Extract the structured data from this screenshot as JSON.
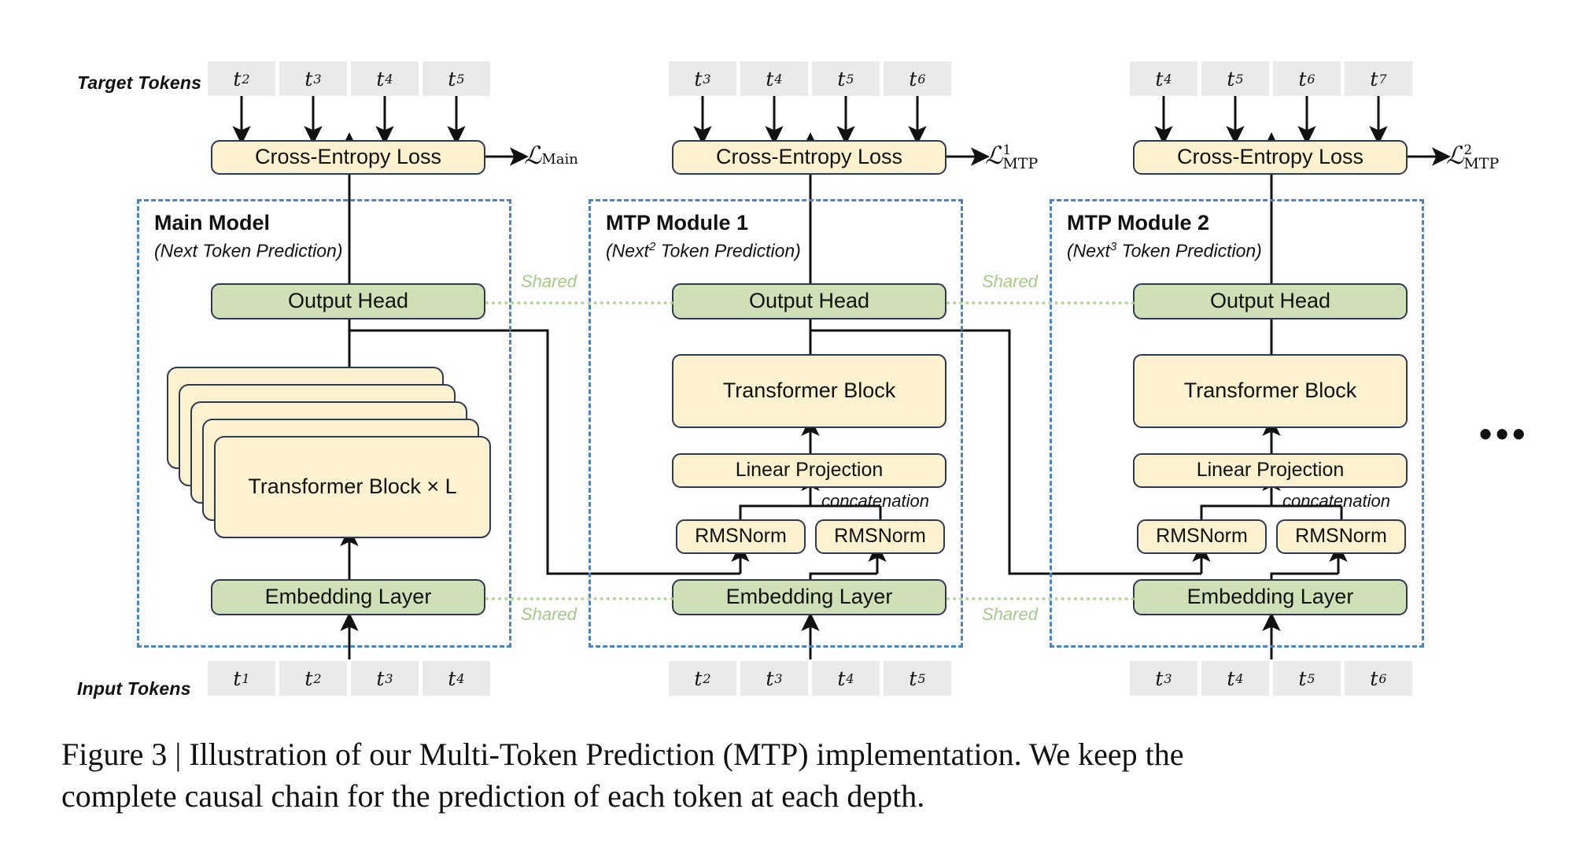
{
  "figure": {
    "caption_line1": "Figure 3 | Illustration of our Multi-Token Prediction (MTP) implementation.  We keep the",
    "caption_line2": "complete causal chain for the prediction of each token at each depth."
  },
  "row_labels": {
    "target": "Target Tokens",
    "input": "Input Tokens"
  },
  "colors": {
    "yellow_fill": "#fcf2cf",
    "green_fill": "#cfe0b6",
    "node_border": "#2e3a55",
    "frame_dashed": "#4b84c4",
    "token_chip": "#eaeaea",
    "shared_green": "#b9d49a"
  },
  "ellipsis": "•••",
  "modules": [
    {
      "id": "main",
      "title": "Main Model",
      "subtitle_pre": "(Next",
      "subtitle_sup": "",
      "subtitle_post": " Token Prediction)",
      "loss_symbol": "ℒ",
      "loss_sub": "Main",
      "loss_sup": "",
      "ce_label": "Cross-Entropy Loss",
      "output_head": "Output Head",
      "core_block": "Transformer Block × L",
      "embedding": "Embedding Layer",
      "target_tokens": [
        "t2",
        "t3",
        "t4",
        "t5"
      ],
      "input_tokens": [
        "t1",
        "t2",
        "t3",
        "t4"
      ]
    },
    {
      "id": "mtp1",
      "title": "MTP Module 1",
      "subtitle_pre": "(Next",
      "subtitle_sup": "2",
      "subtitle_post": " Token Prediction)",
      "loss_symbol": "ℒ",
      "loss_sub": "MTP",
      "loss_sup": "1",
      "ce_label": "Cross-Entropy Loss",
      "output_head": "Output Head",
      "core_block": "Transformer Block",
      "linear": "Linear Projection",
      "concat": "concatenation",
      "norm_left": "RMSNorm",
      "norm_right": "RMSNorm",
      "embedding": "Embedding Layer",
      "target_tokens": [
        "t3",
        "t4",
        "t5",
        "t6"
      ],
      "input_tokens": [
        "t2",
        "t3",
        "t4",
        "t5"
      ]
    },
    {
      "id": "mtp2",
      "title": "MTP Module 2",
      "subtitle_pre": "(Next",
      "subtitle_sup": "3",
      "subtitle_post": " Token Prediction)",
      "loss_symbol": "ℒ",
      "loss_sub": "MTP",
      "loss_sup": "2",
      "ce_label": "Cross-Entropy Loss",
      "output_head": "Output Head",
      "core_block": "Transformer Block",
      "linear": "Linear Projection",
      "concat": "concatenation",
      "norm_left": "RMSNorm",
      "norm_right": "RMSNorm",
      "embedding": "Embedding Layer",
      "target_tokens": [
        "t4",
        "t5",
        "t6",
        "t7"
      ],
      "input_tokens": [
        "t3",
        "t4",
        "t5",
        "t6"
      ]
    }
  ],
  "shared_labels": {
    "head_1": "Shared",
    "head_2": "Shared",
    "emb_1": "Shared",
    "emb_2": "Shared"
  },
  "tokens": {
    "t1": {
      "base": "t",
      "sub": "1"
    },
    "t2": {
      "base": "t",
      "sub": "2"
    },
    "t3": {
      "base": "t",
      "sub": "3"
    },
    "t4": {
      "base": "t",
      "sub": "4"
    },
    "t5": {
      "base": "t",
      "sub": "5"
    },
    "t6": {
      "base": "t",
      "sub": "6"
    },
    "t7": {
      "base": "t",
      "sub": "7"
    }
  }
}
